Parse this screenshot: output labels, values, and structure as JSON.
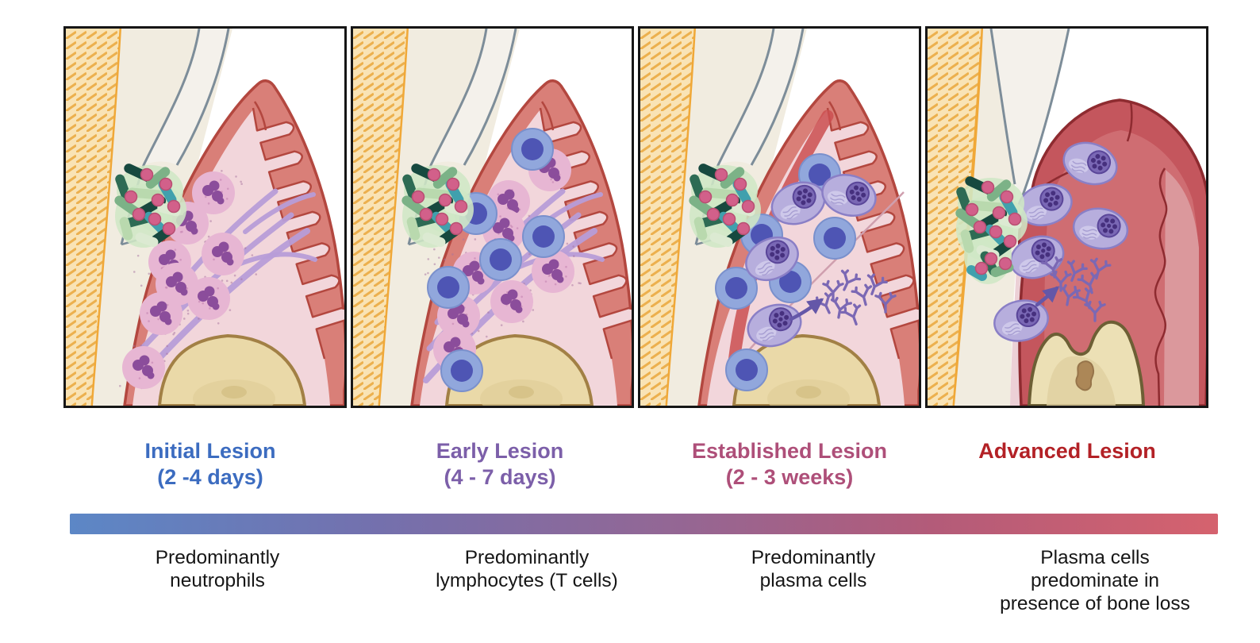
{
  "stages": [
    {
      "id": "initial",
      "title": "Initial Lesion",
      "duration": "(2 -4 days)",
      "title_color": "#3c6cc0",
      "caption_lines": [
        "Predominantly",
        "neutrophils"
      ],
      "panel": {
        "structures": [
          "tooth",
          "gingiva",
          "gingival-sulcus",
          "alveolar-bone",
          "plaque-biofilm"
        ],
        "cells_shown": "neutrophils",
        "vessels_shown": true,
        "antibodies_shown": false,
        "bone_loss_shown": false
      }
    },
    {
      "id": "early",
      "title": "Early Lesion",
      "duration": "(4 - 7 days)",
      "title_color": "#7c5fa9",
      "caption_lines": [
        "Predominantly",
        "lymphocytes (T cells)"
      ],
      "panel": {
        "structures": [
          "tooth",
          "gingiva",
          "gingival-sulcus",
          "alveolar-bone",
          "plaque-biofilm"
        ],
        "cells_shown": "lymphocytes and neutrophils",
        "vessels_shown": true,
        "antibodies_shown": false,
        "bone_loss_shown": false
      }
    },
    {
      "id": "established",
      "title": "Established Lesion",
      "duration": "(2 - 3 weeks)",
      "title_color": "#ae4f79",
      "caption_lines": [
        "Predominantly",
        "plasma cells"
      ],
      "panel": {
        "structures": [
          "tooth",
          "gingiva",
          "gingival-sulcus",
          "alveolar-bone",
          "plaque-biofilm"
        ],
        "cells_shown": "plasma cells and lymphocytes",
        "vessels_shown": true,
        "antibodies_shown": true,
        "bone_loss_shown": false
      }
    },
    {
      "id": "advanced",
      "title": "Advanced Lesion",
      "duration": null,
      "title_color": "#b32126",
      "caption_lines": [
        "Plasma cells",
        "predominate in",
        "presence of bone loss"
      ],
      "panel": {
        "structures": [
          "tooth",
          "inflamed-gingiva",
          "periodontal-pocket",
          "resorbed-alveolar-bone",
          "plaque-biofilm"
        ],
        "cells_shown": "plasma cells",
        "vessels_shown": false,
        "antibodies_shown": true,
        "bone_loss_shown": true
      }
    }
  ],
  "caption_color": "#161616",
  "gradient_bar": {
    "colors": [
      "#5c87c6",
      "#7470ad",
      "#936795",
      "#b35b79",
      "#d5626e"
    ]
  },
  "palette": {
    "panel_border": "#161616",
    "tooth_enamel": "#f9e3b5",
    "tooth_hatch": "#ecb04e",
    "tooth_edge": "#f0a838",
    "tooth_cream": "#f1ece0",
    "tooth_line": "#7d8d99",
    "sulcus": "#f4f1eb",
    "gum_outer": "#d97f78",
    "gum_stroke": "#b3473f",
    "gum_inner": "#f2d6db",
    "gum_inflamed_band": "#cb4f50",
    "gum_outer_adv": "#c4565d",
    "gum_stroke_adv": "#8e2b30",
    "gum_inner_adv": "#cf6d72",
    "gum_band_adv": "#db989c",
    "pocket_sliver": "#ecd0d6",
    "bone_fill": "#ead9a8",
    "bone_stroke": "#a28045",
    "bone_fill_adv": "#ece0b5",
    "bone_stroke_adv": "#6d5f35",
    "vessel": "#b79dd8",
    "vessel_faint": "#cf9fae",
    "neutrophil_body": "#e7b6d3",
    "neutrophil_nucleus": "#8b4d9b",
    "lymphocyte_body": "#91a7dc",
    "lymphocyte_rim": "#7a90cc",
    "lymphocyte_nucleus": "#4e55b4",
    "plasma_body": "#b7aedd",
    "plasma_stroke": "#8a7fc6",
    "plasma_nucleus": "#7a68b5",
    "plasma_nucleus_rim": "#5a4699",
    "plasma_dots": "#46307e",
    "plasma_er": "#cfc9ea",
    "antibody": "#7b68b4",
    "arrow": "#6457a8",
    "biofilm_blob": "#cfe7c5",
    "biofilm_rods": [
      "#17493f",
      "#2e6b54",
      "#7cb287",
      "#b9d9ae",
      "#40a0ad",
      "#dcead2"
    ],
    "biofilm_cocci": "#d2608a",
    "biofilm_cocci_rim": "#b84f72",
    "spray": "#a8739f"
  }
}
